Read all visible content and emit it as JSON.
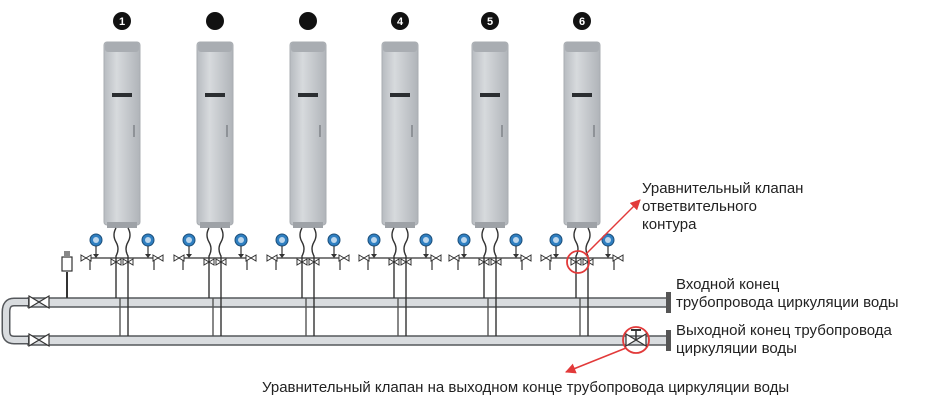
{
  "units": [
    {
      "number": "1"
    },
    {
      "number": ""
    },
    {
      "number": ""
    },
    {
      "number": "4"
    },
    {
      "number": "5"
    },
    {
      "number": "6"
    }
  ],
  "labels": {
    "branch_valve": [
      "Уравнительный клапан",
      "ответвительного",
      "контура"
    ],
    "inlet": [
      "Входной конец",
      "трубопровода циркуляции воды"
    ],
    "outlet": [
      "Выходной конец трубопровода",
      "циркуляции воды"
    ],
    "outlet_valve": "Уравнительный клапан на выходном конце трубопровода циркуляции воды"
  },
  "colors": {
    "unit_body": "#c9ccd0",
    "unit_edge": "#a9adb2",
    "pipe": "#d9dcdf",
    "pipe_edge": "#55585c",
    "gauge": "#2f7fc1",
    "annotation": "#e23a3a",
    "badge": "#111111"
  }
}
